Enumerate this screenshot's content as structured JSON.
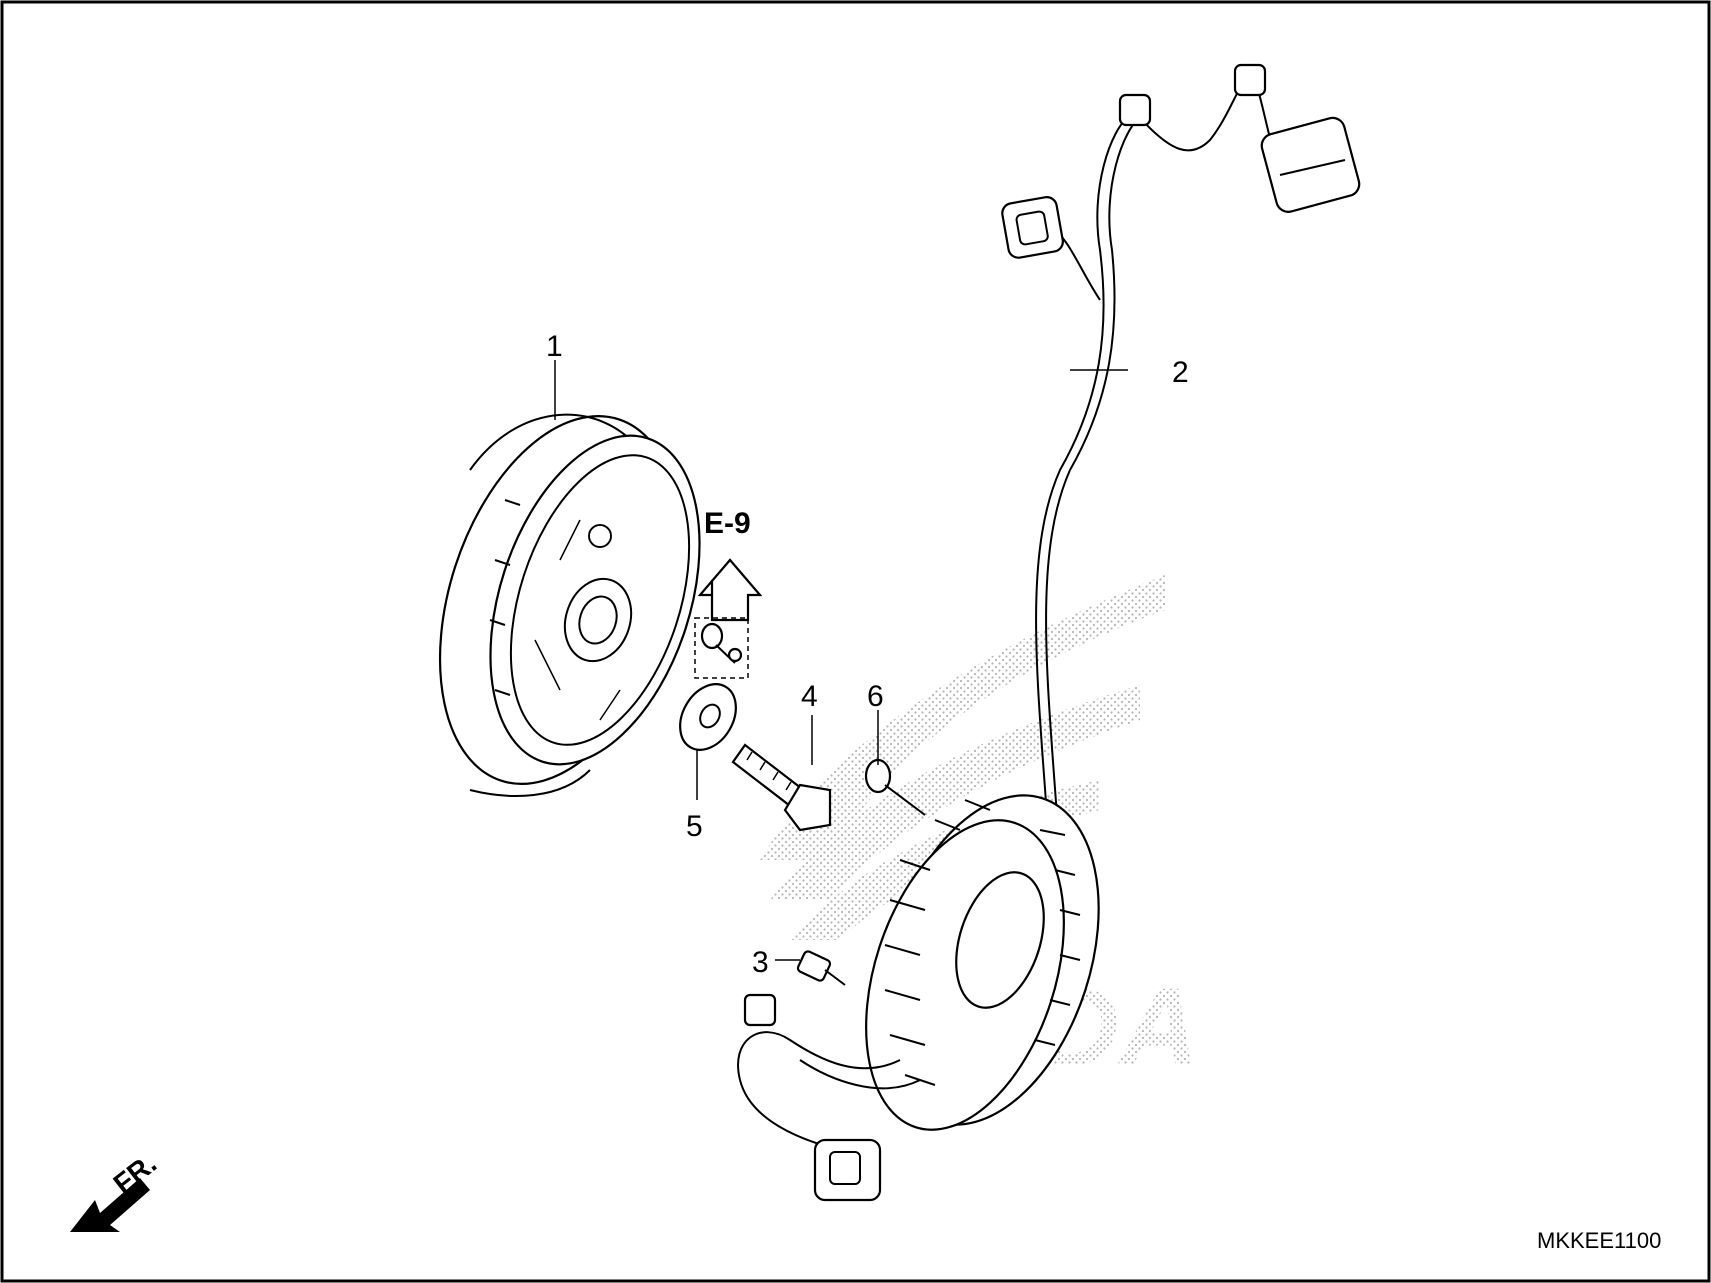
{
  "callouts": {
    "part_1": "1",
    "part_2": "2",
    "part_3": "3",
    "part_4": "4",
    "part_5": "5",
    "part_6": "6"
  },
  "reference": {
    "label": "E-9"
  },
  "direction": {
    "label": "FR."
  },
  "diagram_code": "MKKEE1100",
  "watermark_letters": "DA"
}
